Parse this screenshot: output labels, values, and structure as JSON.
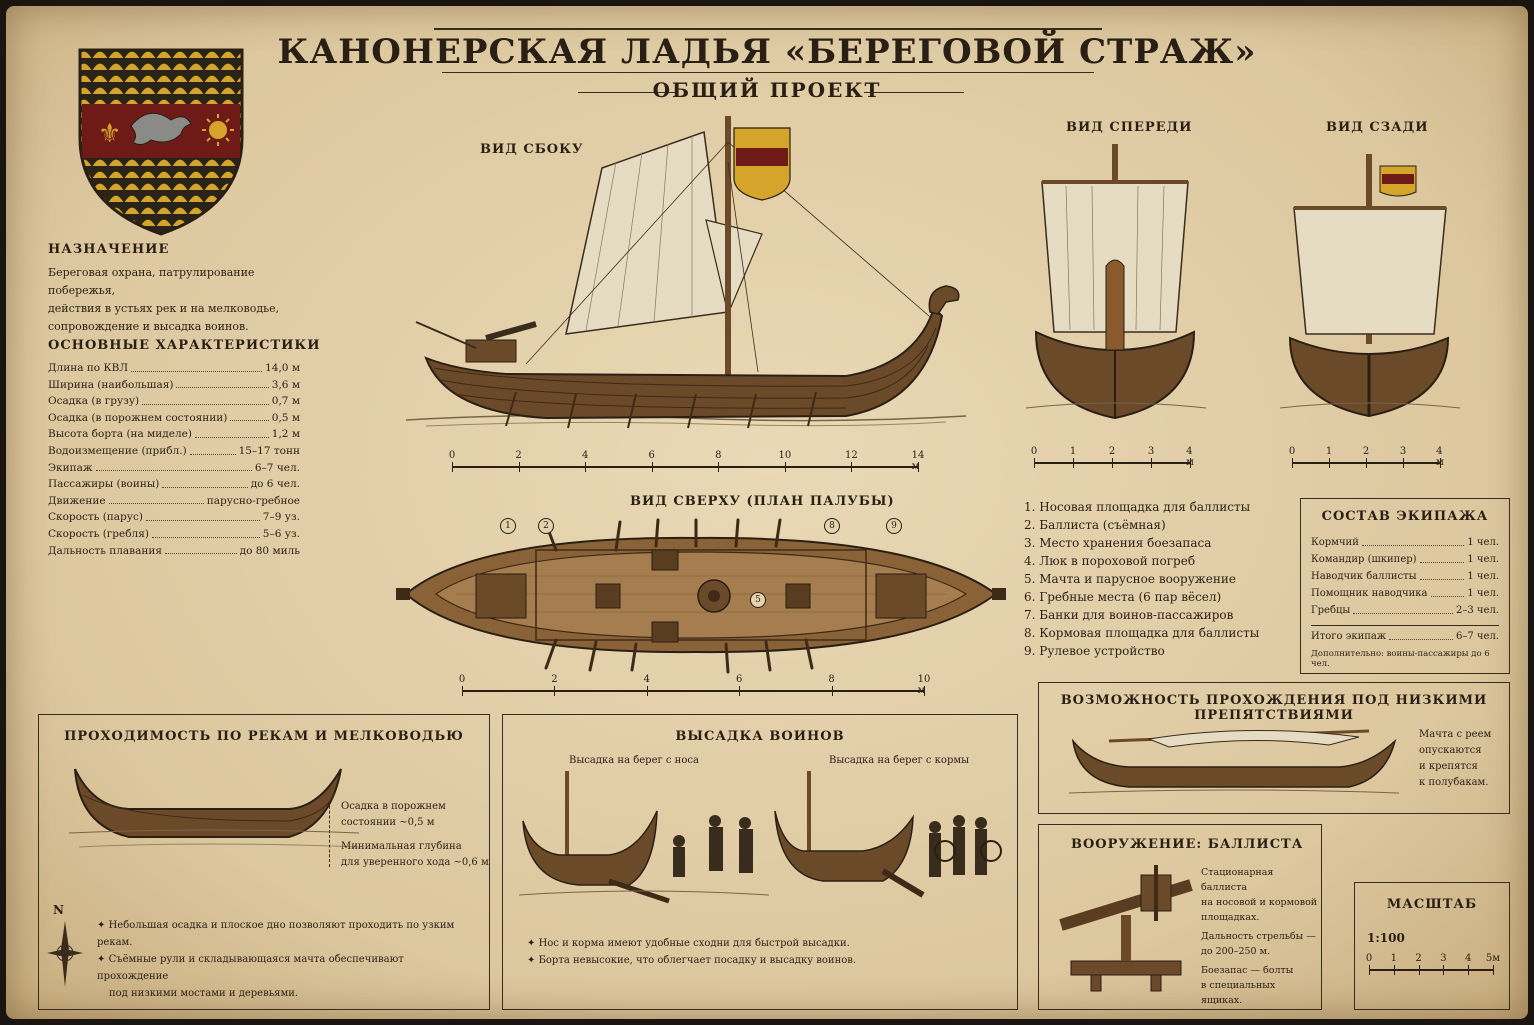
{
  "header": {
    "title": "КАНОНЕРСКАЯ ЛАДЬЯ «БЕРЕГОВОЙ СТРАЖ»",
    "subtitle": "ОБЩИЙ ПРОЕКТ"
  },
  "views": {
    "side": "ВИД СБОКУ",
    "front": "ВИД СПЕРЕДИ",
    "rear": "ВИД СЗАДИ",
    "top": "ВИД СВЕРХУ (ПЛАН ПАЛУБЫ)"
  },
  "purpose": {
    "heading": "НАЗНАЧЕНИЕ",
    "lines": [
      "Береговая охрана, патрулирование побережья,",
      "действия в устьях рек и на мелководье,",
      "сопровождение и высадка воинов."
    ]
  },
  "specs": {
    "heading": "ОСНОВНЫЕ ХАРАКТЕРИСТИКИ",
    "rows": [
      {
        "k": "Длина по КВЛ",
        "v": "14,0 м"
      },
      {
        "k": "Ширина (наибольшая)",
        "v": "3,6 м"
      },
      {
        "k": "Осадка (в грузу)",
        "v": "0,7 м"
      },
      {
        "k": "Осадка (в порожнем состоянии)",
        "v": "0,5 м"
      },
      {
        "k": "Высота борта (на миделе)",
        "v": "1,2 м"
      },
      {
        "k": "Водоизмещение (прибл.)",
        "v": "15–17 тонн"
      },
      {
        "k": "Экипаж",
        "v": "6–7 чел."
      },
      {
        "k": "Пассажиры (воины)",
        "v": "до 6 чел."
      },
      {
        "k": "Движение",
        "v": "парусно-гребное"
      },
      {
        "k": "Скорость (парус)",
        "v": "7–9 уз."
      },
      {
        "k": "Скорость (гребля)",
        "v": "5–6 уз."
      },
      {
        "k": "Дальность плавания",
        "v": "до 80 миль"
      }
    ]
  },
  "scales": {
    "side": {
      "ticks": [
        "0",
        "2",
        "4",
        "6",
        "8",
        "10",
        "12",
        "14 м"
      ]
    },
    "front": {
      "ticks": [
        "0",
        "1",
        "2",
        "3",
        "4 м"
      ]
    },
    "rear": {
      "ticks": [
        "0",
        "1",
        "2",
        "3",
        "4 м"
      ]
    },
    "top": {
      "ticks": [
        "0",
        "2",
        "4",
        "6",
        "8",
        "10 м"
      ]
    },
    "master": {
      "ticks": [
        "0",
        "1",
        "2",
        "3",
        "4",
        "5м"
      ]
    }
  },
  "plan_markers": [
    "1",
    "2",
    "5",
    "8",
    "9"
  ],
  "legend": [
    "1.  Носовая площадка для баллисты",
    "2.  Баллиста (съёмная)",
    "3.  Место хранения боезапаса",
    "4.  Люк в пороховой погреб",
    "5.  Мачта и парусное вооружение",
    "6.  Гребные места (6 пар вёсел)",
    "7.  Банки для воинов-пассажиров",
    "8.  Кормовая площадка для баллисты",
    "9.  Рулевое устройство"
  ],
  "crew": {
    "heading": "СОСТАВ ЭКИПАЖА",
    "rows": [
      {
        "k": "Кормчий",
        "v": "1 чел."
      },
      {
        "k": "Командир (шкипер)",
        "v": "1 чел."
      },
      {
        "k": "Наводчик баллисты",
        "v": "1 чел."
      },
      {
        "k": "Помощник наводчика",
        "v": "1 чел."
      },
      {
        "k": "Гребцы",
        "v": "2–3 чел."
      }
    ],
    "total": {
      "k": "Итого экипаж",
      "v": "6–7 чел."
    },
    "note": "Дополнительно: воины-пассажиры до 6 чел."
  },
  "rivers": {
    "heading": "ПРОХОДИМОСТЬ ПО РЕКАМ И МЕЛКОВОДЬЮ",
    "draft": [
      "Осадка в порожнем",
      "состоянии ~0,5 м"
    ],
    "depth": [
      "Минимальная глубина",
      "для уверенного хода ~0,6 м"
    ],
    "bullets": [
      "Небольшая осадка и плоское дно позволяют проходить по узким рекам.",
      "Съёмные рули и складывающаяся мачта обеспечивают прохождение",
      "под низкими мостами и деревьями."
    ],
    "compass": "N"
  },
  "landing": {
    "heading": "ВЫСАДКА ВОИНОВ",
    "bow": "Высадка на берег с носа",
    "stern": "Высадка на берег с кормы",
    "bullets": [
      "Нос и корма имеют удобные сходни для быстрой высадки.",
      "Борта невысокие, что облегчает посадку и высадку воинов."
    ]
  },
  "low": {
    "heading": "ВОЗМОЖНОСТЬ ПРОХОЖДЕНИЯ ПОД НИЗКИМИ ПРЕПЯТСТВИЯМИ",
    "lines": [
      "Мачта с реем",
      "опускаются",
      "и крепятся",
      "к полубакам."
    ]
  },
  "ballista": {
    "heading": "ВООРУЖЕНИЕ: БАЛЛИСТА",
    "lines": [
      "Стационарная баллиста",
      "на носовой и кормовой",
      "площадках.",
      "Дальность стрельбы —",
      "до 200–250 м.",
      "Боезапас — болты",
      "в специальных ящиках."
    ]
  },
  "master_scale": {
    "heading": "МАСШТАБ",
    "ratio": "1:100"
  },
  "colors": {
    "ink": "#2a1f14",
    "wood": "#6b4a2a",
    "sail": "#e6dcc4",
    "shield_red": "#6e1a16",
    "shield_gold": "#d4a52a"
  }
}
